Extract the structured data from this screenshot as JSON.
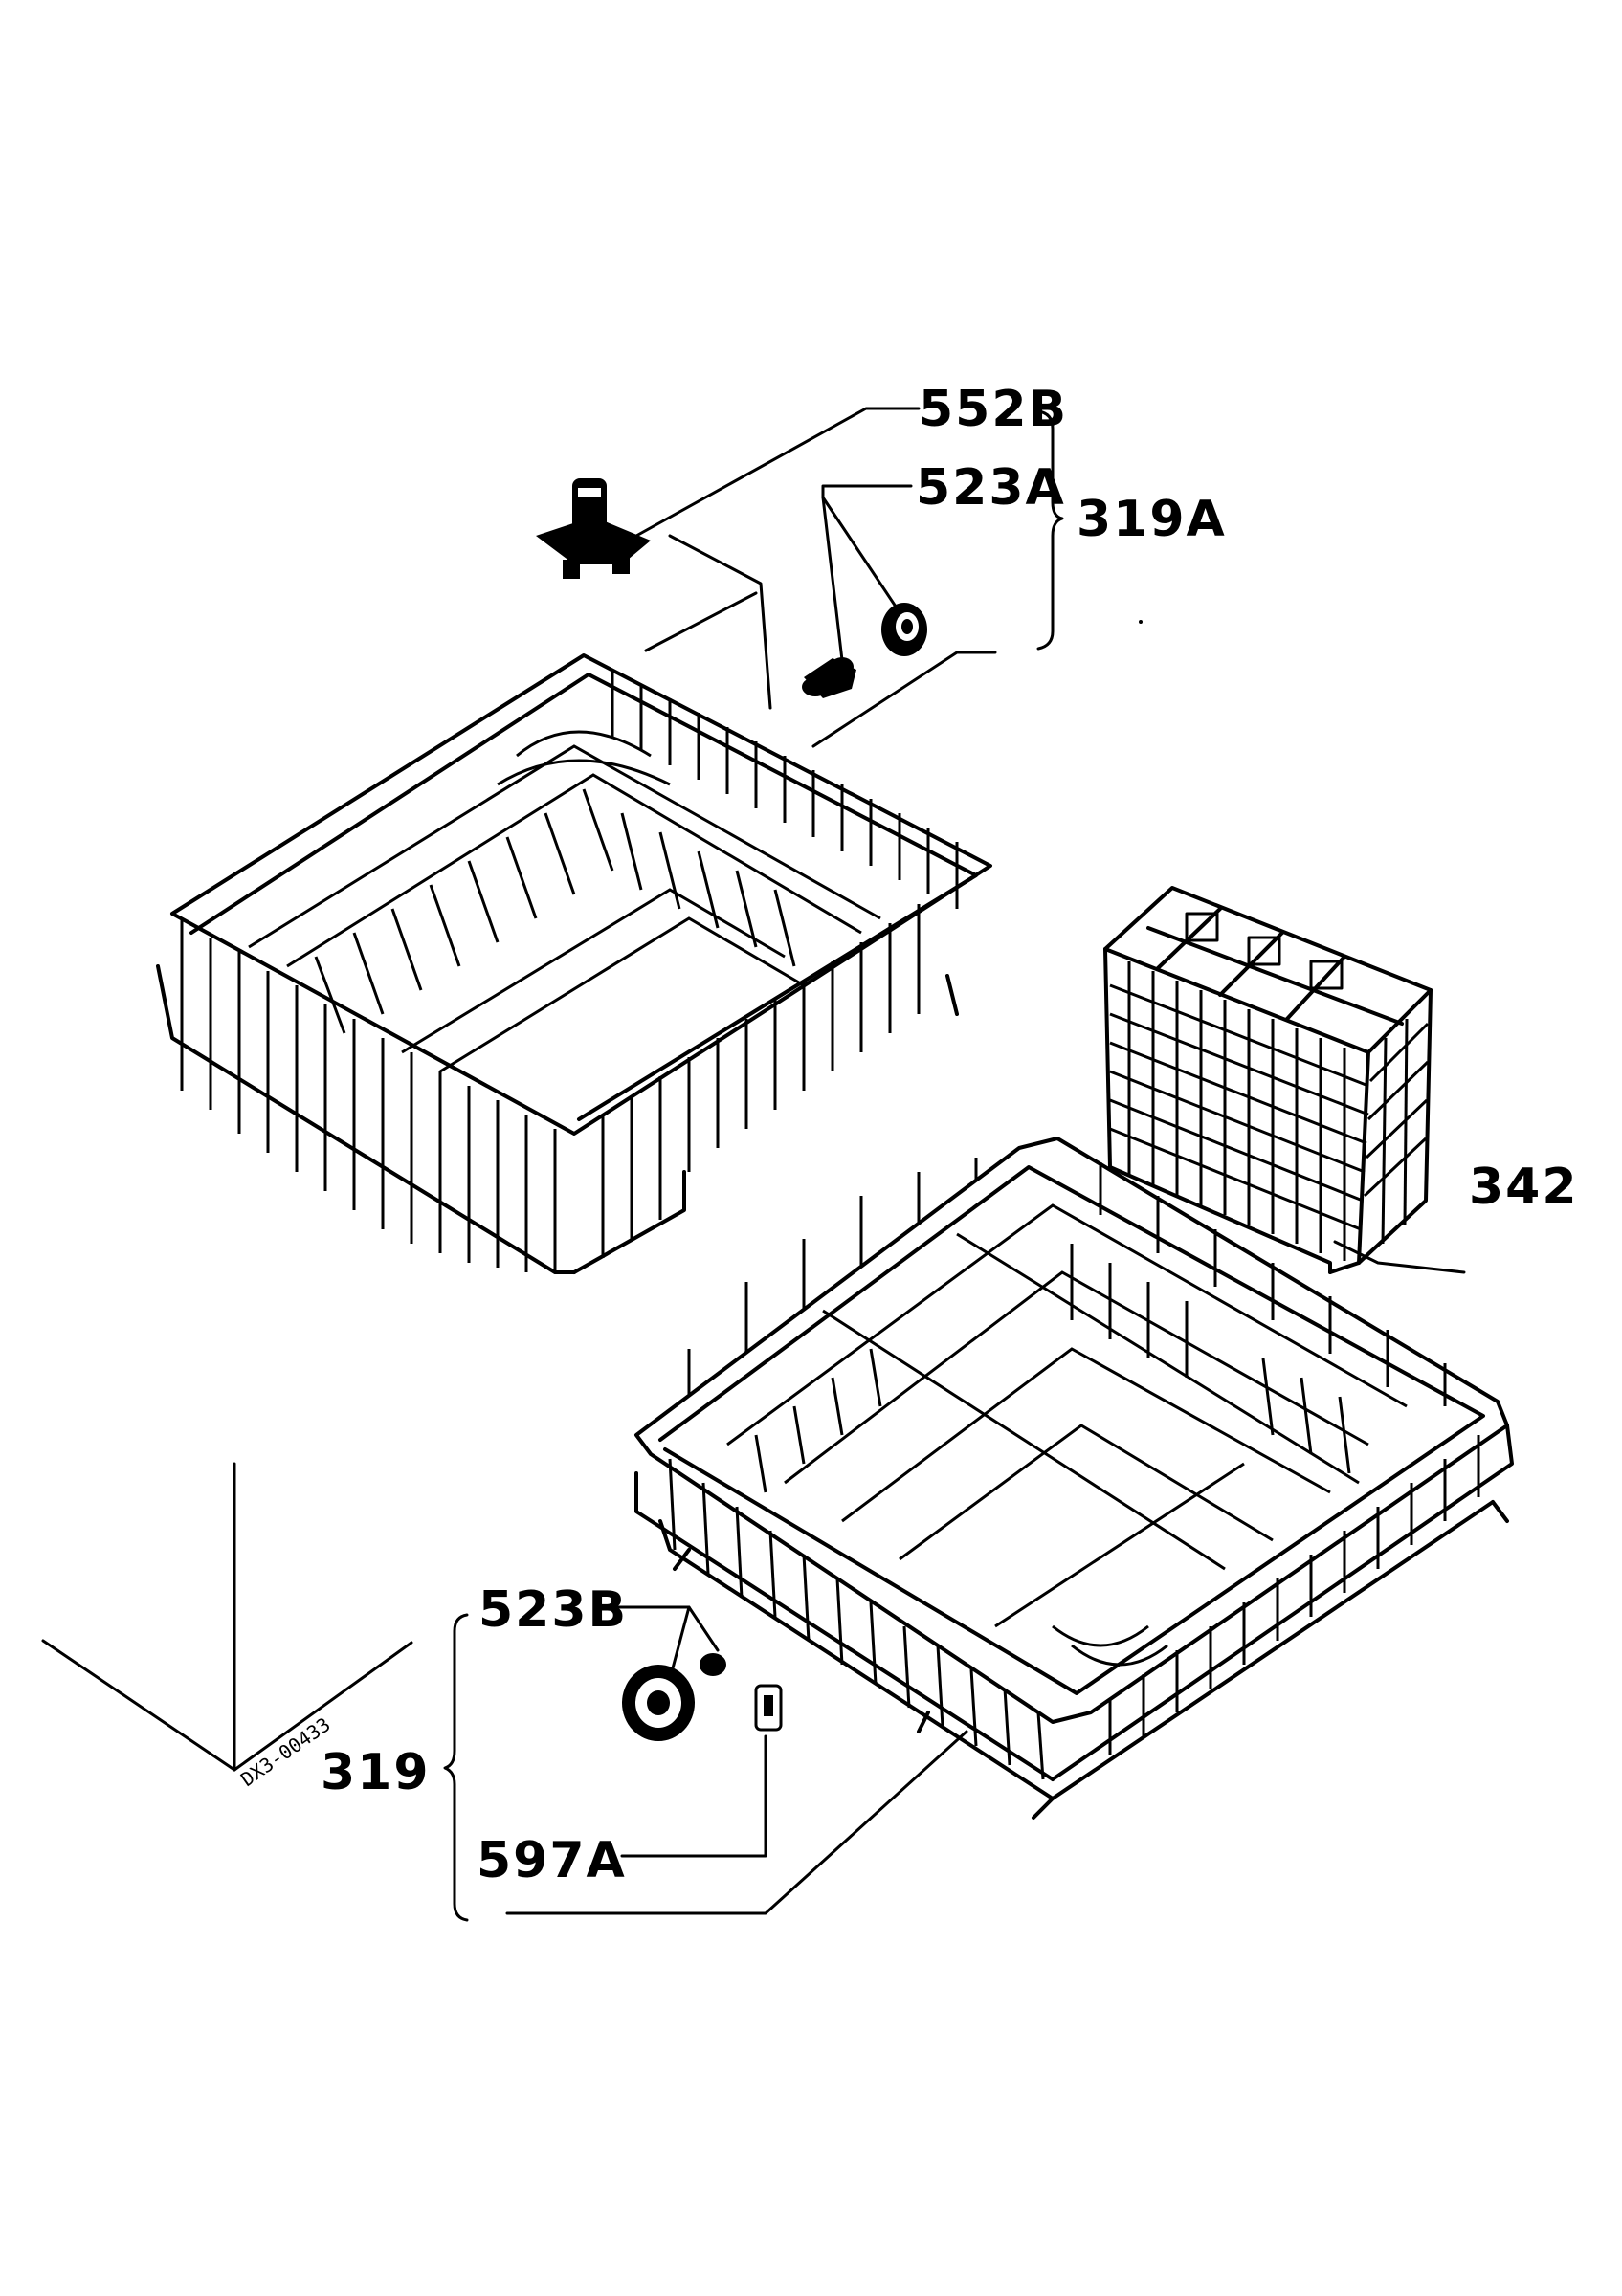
{
  "labels": {
    "part_552b": "552B",
    "part_523a": "523A",
    "part_319a": "319A",
    "part_342": "342",
    "part_523b": "523B",
    "part_319": "319",
    "part_597a": "597A",
    "drawing_ref": "DX3-00433"
  }
}
